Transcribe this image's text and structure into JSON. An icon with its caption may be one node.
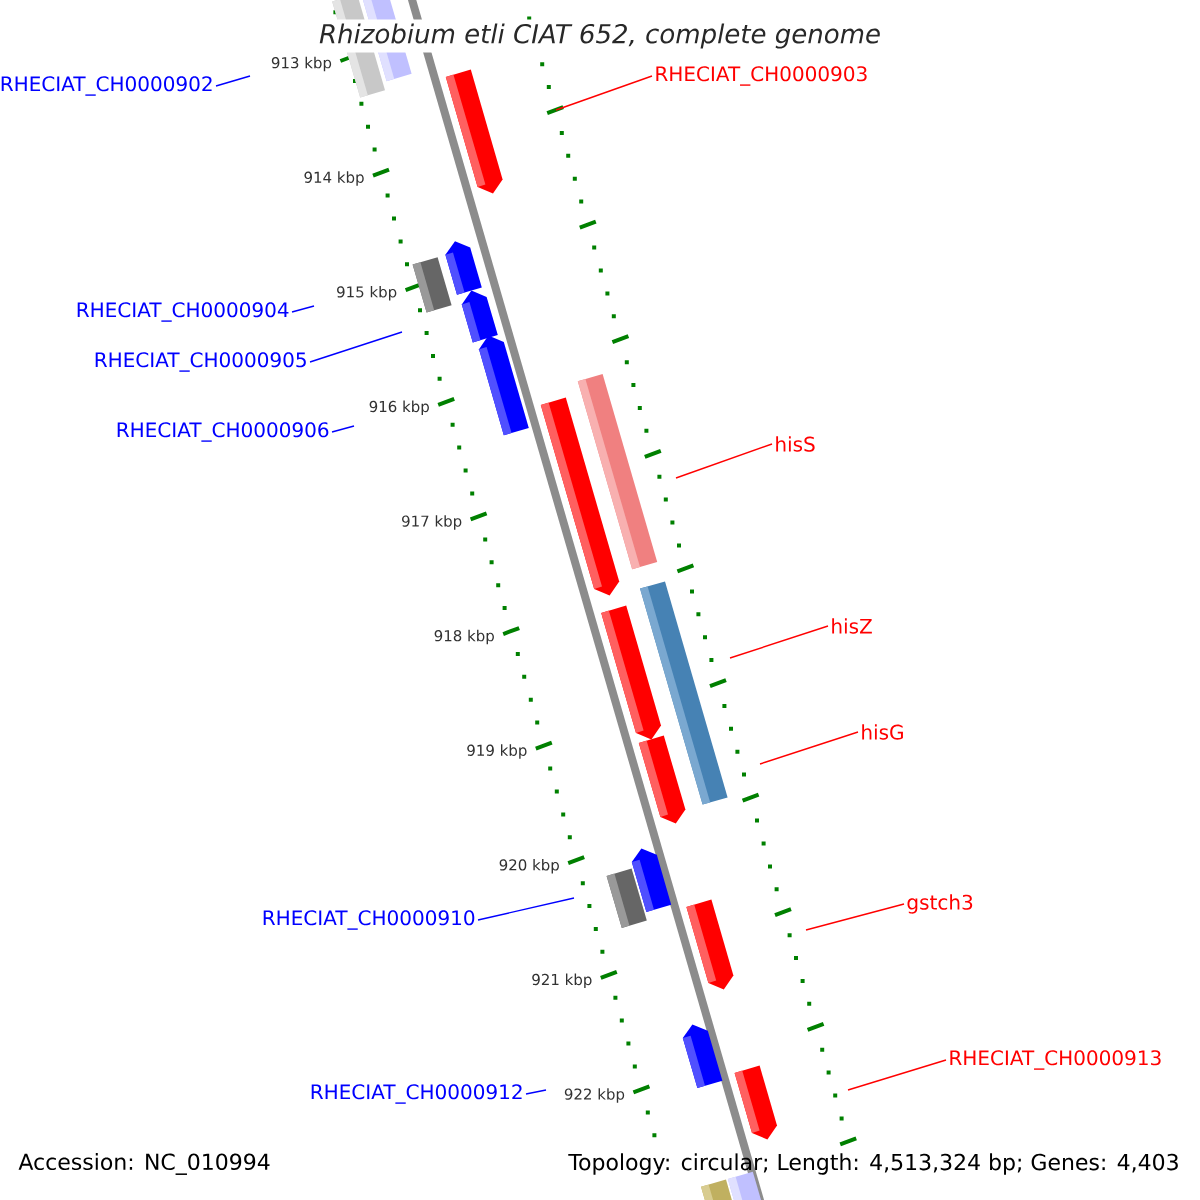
{
  "diagram": {
    "title": "Rhizobium etli CIAT 652, complete genome",
    "nodes": [
      {
        "text": [
          "RHECIAT_CH0000903"
        ]
      },
      {
        "text": [
          "RHECIAT_CH0000902"
        ]
      },
      {
        "text": [
          "RHECIAT_CH0000904"
        ]
      },
      {
        "text": [
          "RHECIAT_CH0000905"
        ]
      },
      {
        "text": [
          "RHECIAT_CH0000906"
        ]
      },
      {
        "text": [
          "hisS"
        ]
      },
      {
        "text": [
          "hisZ"
        ]
      },
      {
        "text": [
          "hisG"
        ]
      },
      {
        "text": [
          "gstch3"
        ]
      },
      {
        "text": [
          "RHECIAT_CH0000910"
        ]
      },
      {
        "text": [
          "RHECIAT_CH0000913"
        ]
      },
      {
        "text": [
          "RHECIAT_CH0000912"
        ]
      }
    ],
    "edges": [
      {
        "from": 0,
        "to": null,
        "arrow": "none",
        "color": "#ff0000"
      },
      {
        "from": 1,
        "to": null,
        "arrow": "none",
        "color": "#0000ff"
      },
      {
        "from": 2,
        "to": null,
        "arrow": "none",
        "color": "#0000ff"
      },
      {
        "from": 3,
        "to": null,
        "arrow": "none",
        "color": "#0000ff"
      },
      {
        "from": 4,
        "to": null,
        "arrow": "none",
        "color": "#0000ff"
      },
      {
        "from": 5,
        "to": null,
        "arrow": "none",
        "color": "#ff0000"
      },
      {
        "from": 6,
        "to": null,
        "arrow": "none",
        "color": "#ff0000"
      },
      {
        "from": 7,
        "to": null,
        "arrow": "none",
        "color": "#ff0000"
      },
      {
        "from": 8,
        "to": null,
        "arrow": "none",
        "color": "#ff0000"
      },
      {
        "from": 9,
        "to": null,
        "arrow": "none",
        "color": "#0000ff"
      },
      {
        "from": 10,
        "to": null,
        "arrow": "none",
        "color": "#ff0000"
      },
      {
        "from": 11,
        "to": null,
        "arrow": "none",
        "color": "#0000ff"
      }
    ],
    "labels": [
      "913 kbp",
      "914 kbp",
      "915 kbp",
      "916 kbp",
      "917 kbp",
      "918 kbp",
      "919 kbp",
      "920 kbp",
      "921 kbp",
      "922 kbp",
      "Accession: NC_010994",
      "Topology: circular; Length: 4,513,324 bp; Genes: 4,403"
    ]
  }
}
